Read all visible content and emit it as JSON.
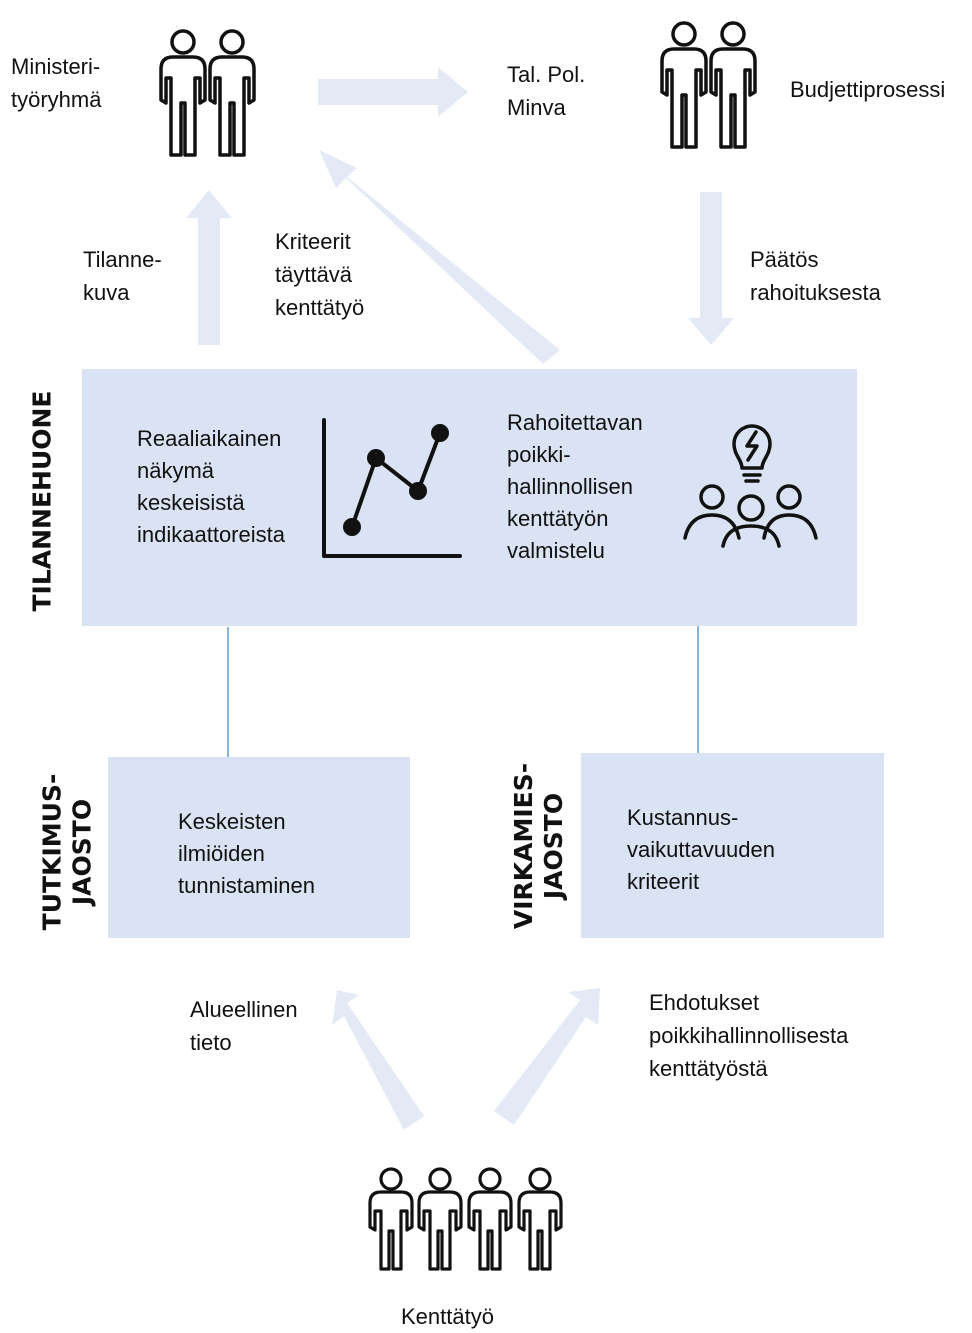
{
  "top": {
    "ministry": {
      "line1": "Ministeri-",
      "line2": "työryhmä"
    },
    "talpol": {
      "line1": "Tal. Pol.",
      "line2": "Minva"
    },
    "budget": "Budjettiprosessi"
  },
  "flows": {
    "tilannekuva": {
      "line1": "Tilanne-",
      "line2": "kuva"
    },
    "kriteerit": {
      "line1": "Kriteerit",
      "line2": "täyttävä",
      "line3": "kenttätyö"
    },
    "paatos": {
      "line1": "Päätös",
      "line2": "rahoituksesta"
    },
    "alueellinen": {
      "line1": "Alueellinen",
      "line2": "tieto"
    },
    "ehdotukset": {
      "line1": "Ehdotukset",
      "line2": "poikkihallinnollisesta",
      "line3": "kenttätyöstä"
    }
  },
  "tilannehuone": {
    "title": "TILANNEHUONE",
    "left_text": {
      "line1": "Reaaliaikainen",
      "line2": "näkymä",
      "line3": "keskeisistä",
      "line4": "indikaattoreista"
    },
    "right_text": {
      "line1": "Rahoitettavan",
      "line2": "poikki-",
      "line3": "hallinnollisen",
      "line4": "kenttätyön",
      "line5": "valmistelu"
    }
  },
  "tutkimusjaosto": {
    "title1": "TUTKIMUS-",
    "title2": "JAOSTO",
    "text": {
      "line1": "Keskeisten",
      "line2": "ilmiöiden",
      "line3": "tunnistaminen"
    }
  },
  "virkamiesjaosto": {
    "title1": "VIRKAMIES-",
    "title2": "JAOSTO",
    "text": {
      "line1": "Kustannus-",
      "line2": "vaikuttavuuden",
      "line3": "kriteerit"
    }
  },
  "bottom": {
    "label": "Kenttätyö"
  },
  "colors": {
    "box": "#dae3f3",
    "arrow": "#e3eaf6",
    "connector": "#5b9bd5",
    "ink": "#111111"
  },
  "icons": [
    "two-people-icon",
    "two-people-icon",
    "line-chart-icon",
    "team-idea-icon",
    "four-people-icon"
  ]
}
